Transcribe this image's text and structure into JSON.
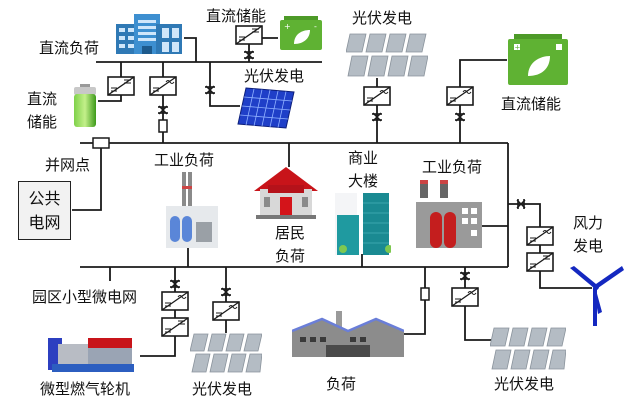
{
  "diagram": {
    "title": "园区小型微电网",
    "public_grid": {
      "label_line1": "公共",
      "label_line2": "电网"
    },
    "pcc": {
      "label": "并网点"
    },
    "dc_bus": {
      "dc_load": {
        "label": "直流负荷"
      },
      "dc_storage_top": {
        "label": "直流储能"
      },
      "dc_storage_left": {
        "label_line1": "直流",
        "label_line2": "储能"
      },
      "pv": {
        "label": "光伏发电"
      }
    },
    "ac_upper": {
      "pv": {
        "label": "光伏发电"
      },
      "dc_storage": {
        "label": "直流储能"
      }
    },
    "loads": {
      "industrial_left": {
        "label": "工业负荷"
      },
      "residential": {
        "label_line1": "居民",
        "label_line2": "负荷"
      },
      "commercial": {
        "label_line1": "商业",
        "label_line2": "大楼"
      },
      "industrial_right": {
        "label": "工业负荷"
      }
    },
    "wind": {
      "label_line1": "风力",
      "label_line2": "发电"
    },
    "bottom": {
      "microturbine": {
        "label": "微型燃气轮机"
      },
      "pv_left": {
        "label": "光伏发电"
      },
      "load": {
        "label": "负荷"
      },
      "pv_right": {
        "label": "光伏发电"
      }
    },
    "colors": {
      "line": "#1a1a1a",
      "storage_green": "#5fb233",
      "pv_blue": "#1f3fc8",
      "house_red": "#c8141a",
      "building_teal": "#1f9aa0",
      "wind_blue": "#1428c0",
      "office_blue": "#2f79b5"
    }
  }
}
